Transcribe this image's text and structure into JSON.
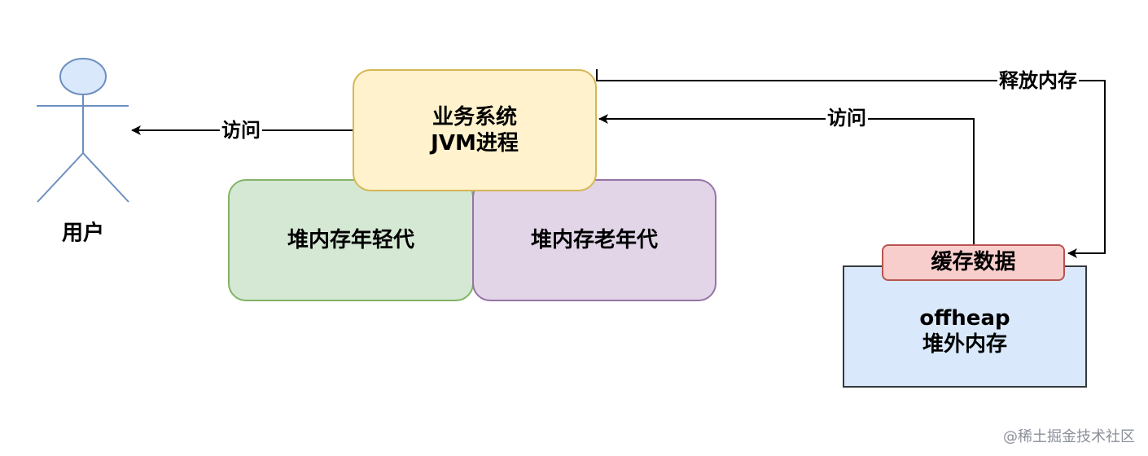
{
  "nodes": {
    "user": {
      "label": "用户"
    },
    "jvm": {
      "line1": "业务系统",
      "line2": "JVM进程"
    },
    "young_gen": {
      "label": "堆内存年轻代"
    },
    "old_gen": {
      "label": "堆内存老年代"
    },
    "cache": {
      "label": "缓存数据"
    },
    "offheap": {
      "line1": "offheap",
      "line2": "堆外内存"
    }
  },
  "edges": {
    "jvm_to_user": {
      "label": "访问"
    },
    "cache_to_jvm": {
      "label": "访问"
    },
    "jvm_to_cache": {
      "label": "释放内存"
    }
  },
  "watermark": "@稀土掘金技术社区",
  "colors": {
    "young_fill": "#d5e8d4",
    "young_stroke": "#82b366",
    "old_fill": "#e1d5e7",
    "old_stroke": "#9673a6",
    "jvm_fill": "#fff2cc",
    "jvm_stroke": "#d6b656",
    "cache_fill": "#f8cecc",
    "cache_stroke": "#b85450",
    "offheap_fill": "#dae8fc",
    "offheap_stroke": "#36393d",
    "actor_fill": "#dae8fc",
    "actor_stroke": "#6c8ebf"
  }
}
